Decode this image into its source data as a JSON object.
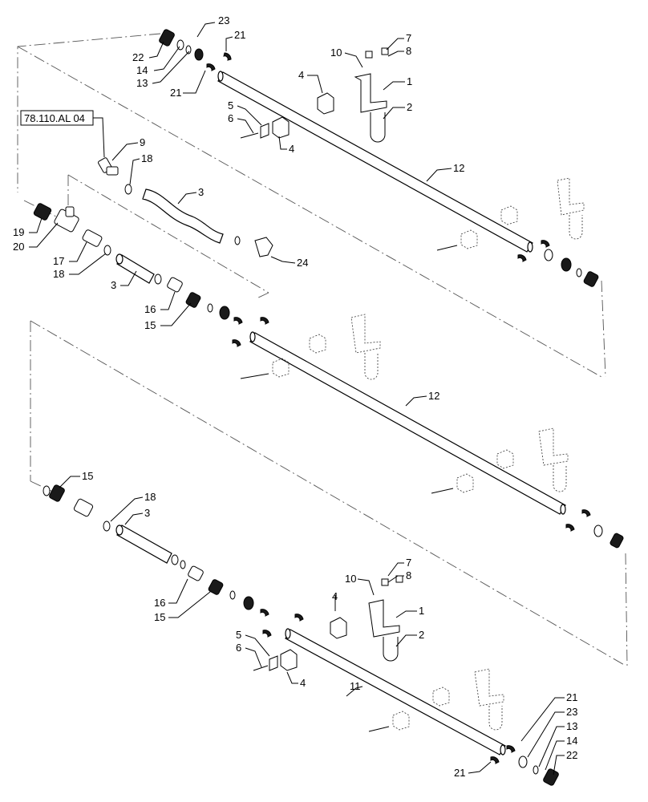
{
  "reference_box": "78.110.AL 04",
  "callouts": [
    {
      "id": "c23a",
      "text": "23"
    },
    {
      "id": "c21a",
      "text": "21"
    },
    {
      "id": "c22a",
      "text": "22"
    },
    {
      "id": "c14a",
      "text": "14"
    },
    {
      "id": "c13a",
      "text": "13"
    },
    {
      "id": "c21b",
      "text": "21"
    },
    {
      "id": "c10a",
      "text": "10"
    },
    {
      "id": "c7a",
      "text": "7"
    },
    {
      "id": "c8a",
      "text": "8"
    },
    {
      "id": "c4a",
      "text": "4"
    },
    {
      "id": "c1a",
      "text": "1"
    },
    {
      "id": "c5a",
      "text": "5"
    },
    {
      "id": "c6a",
      "text": "6"
    },
    {
      "id": "c2a",
      "text": "2"
    },
    {
      "id": "c4b",
      "text": "4"
    },
    {
      "id": "c9",
      "text": "9"
    },
    {
      "id": "c18a",
      "text": "18"
    },
    {
      "id": "c12a",
      "text": "12"
    },
    {
      "id": "c3a",
      "text": "3"
    },
    {
      "id": "c19",
      "text": "19"
    },
    {
      "id": "c20",
      "text": "20"
    },
    {
      "id": "c17",
      "text": "17"
    },
    {
      "id": "c18b",
      "text": "18"
    },
    {
      "id": "c24",
      "text": "24"
    },
    {
      "id": "c3b",
      "text": "3"
    },
    {
      "id": "c16a",
      "text": "16"
    },
    {
      "id": "c15a",
      "text": "15"
    },
    {
      "id": "c12b",
      "text": "12"
    },
    {
      "id": "c15b",
      "text": "15"
    },
    {
      "id": "c18c",
      "text": "18"
    },
    {
      "id": "c3c",
      "text": "3"
    },
    {
      "id": "c7b",
      "text": "7"
    },
    {
      "id": "c10b",
      "text": "10"
    },
    {
      "id": "c8b",
      "text": "8"
    },
    {
      "id": "c4c",
      "text": "4"
    },
    {
      "id": "c1b",
      "text": "1"
    },
    {
      "id": "c16b",
      "text": "16"
    },
    {
      "id": "c15c",
      "text": "15"
    },
    {
      "id": "c5b",
      "text": "5"
    },
    {
      "id": "c2b",
      "text": "2"
    },
    {
      "id": "c6b",
      "text": "6"
    },
    {
      "id": "c4d",
      "text": "4"
    },
    {
      "id": "c11",
      "text": "11"
    },
    {
      "id": "c21c",
      "text": "21"
    },
    {
      "id": "c23b",
      "text": "23"
    },
    {
      "id": "c13b",
      "text": "13"
    },
    {
      "id": "c14b",
      "text": "14"
    },
    {
      "id": "c22b",
      "text": "22"
    },
    {
      "id": "c21d",
      "text": "21"
    }
  ]
}
